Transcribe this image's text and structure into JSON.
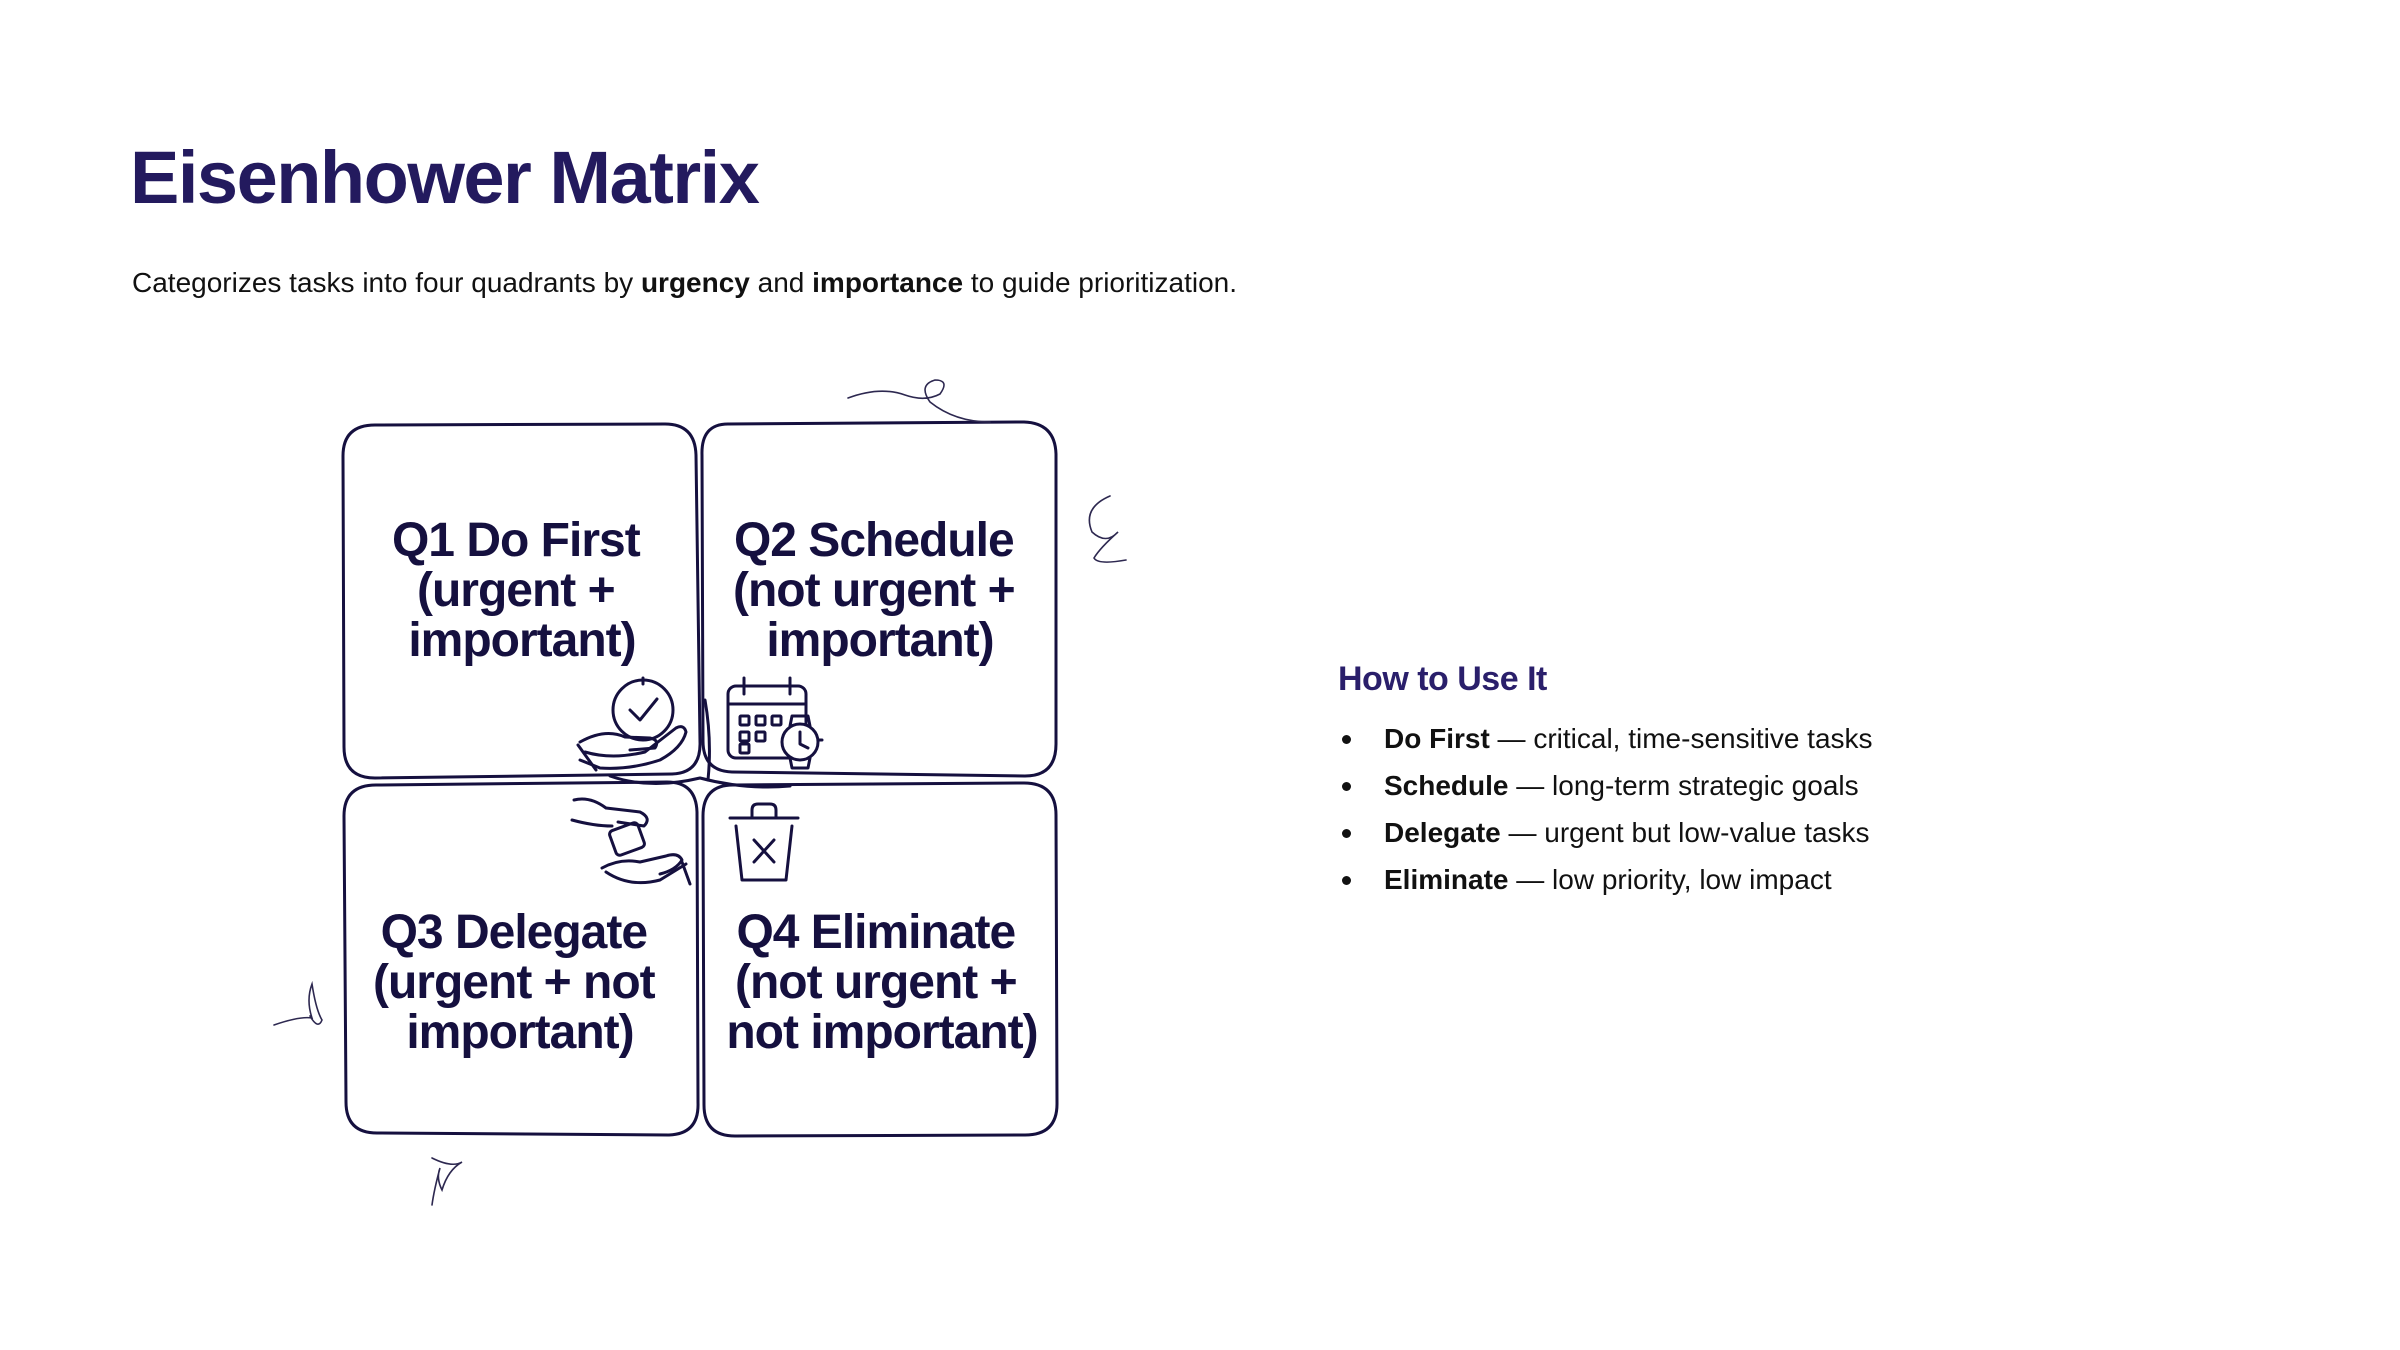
{
  "title": "Eisenhower Matrix",
  "subtitle": {
    "before": "Categorizes tasks into four quadrants by ",
    "bold1": "urgency",
    "middle": " and ",
    "bold2": "importance",
    "after": " to guide prioritization."
  },
  "quadrants": [
    {
      "id": "q1",
      "lines": [
        "Q1 Do First",
        "(urgent +",
        "important)"
      ],
      "icon": "hand-clock-check-icon"
    },
    {
      "id": "q2",
      "lines": [
        "Q2 Schedule",
        "(not urgent +",
        "important)"
      ],
      "icon": "calendar-watch-icon"
    },
    {
      "id": "q3",
      "lines": [
        "Q3 Delegate",
        "(urgent + not",
        "important)"
      ],
      "icon": "hands-passing-icon"
    },
    {
      "id": "q4",
      "lines": [
        "Q4 Eliminate",
        "(not urgent +",
        "not important)"
      ],
      "icon": "trash-x-icon"
    }
  ],
  "howto": {
    "heading": "How to Use It",
    "items": [
      {
        "term": "Do First",
        "desc": " — critical, time-sensitive tasks"
      },
      {
        "term": "Schedule",
        "desc": " — long-term strategic goals"
      },
      {
        "term": "Delegate",
        "desc": " — urgent but low-value tasks"
      },
      {
        "term": "Eliminate",
        "desc": " — low priority, low impact"
      }
    ]
  },
  "colors": {
    "title": "#231a5e",
    "heading": "#2a1f6b",
    "outline": "#15103f",
    "text": "#111111"
  }
}
